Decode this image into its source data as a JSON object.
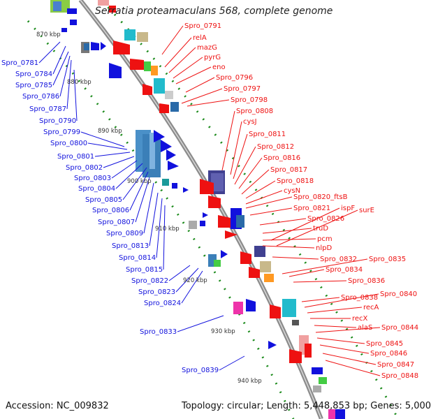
{
  "title": "Serratia proteamaculans 568, complete genome",
  "accession": "Accession: NC_009832",
  "summary": "Topology: circular; Length: 5,448,853 bp; Genes: 5,000",
  "scale_labels": [
    "870 kbp",
    "880 kbp",
    "890 kbp",
    "900 kbp",
    "910 kbp",
    "920 kbp",
    "930 kbp",
    "940 kbp"
  ],
  "forward_genes": [
    "Spro_0791",
    "relA",
    "mazG",
    "pyrG",
    "eno",
    "Spro_0796",
    "Spro_0797",
    "Spro_0798",
    "Spro_0808",
    "cysJ",
    "Spro_0811",
    "Spro_0812",
    "Spro_0816",
    "Spro_0817",
    "Spro_0818",
    "cysN",
    "Spro_0820_ftsB",
    "Spro_0821",
    "ispF",
    "surE",
    "Spro_0826",
    "truD",
    "pcm",
    "nlpD",
    "Spro_0832",
    "Spro_0835",
    "Spro_0834",
    "Spro_0836",
    "Spro_0838",
    "Spro_0840",
    "recA",
    "recX",
    "alaS",
    "Spro_0844",
    "Spro_0845",
    "Spro_0846",
    "Spro_0847",
    "Spro_0848"
  ],
  "reverse_genes": [
    "Spro_0781",
    "Spro_0784",
    "Spro_0785",
    "Spro_0786",
    "Spro_0787",
    "Spro_0790",
    "Spro_0799",
    "Spro_0800",
    "Spro_0801",
    "Spro_0802",
    "Spro_0803",
    "Spro_0804",
    "Spro_0805",
    "Spro_0806",
    "Spro_0807",
    "Spro_0809",
    "Spro_0813",
    "Spro_0814",
    "Spro_0815",
    "Spro_0822",
    "Spro_0823",
    "Spro_0824",
    "Spro_0833",
    "Spro_0839"
  ],
  "colors": {
    "forward": "#ee1111",
    "reverse": "#1111dd",
    "backbone": "#999999",
    "gc_tick": "#1a8a1a"
  }
}
